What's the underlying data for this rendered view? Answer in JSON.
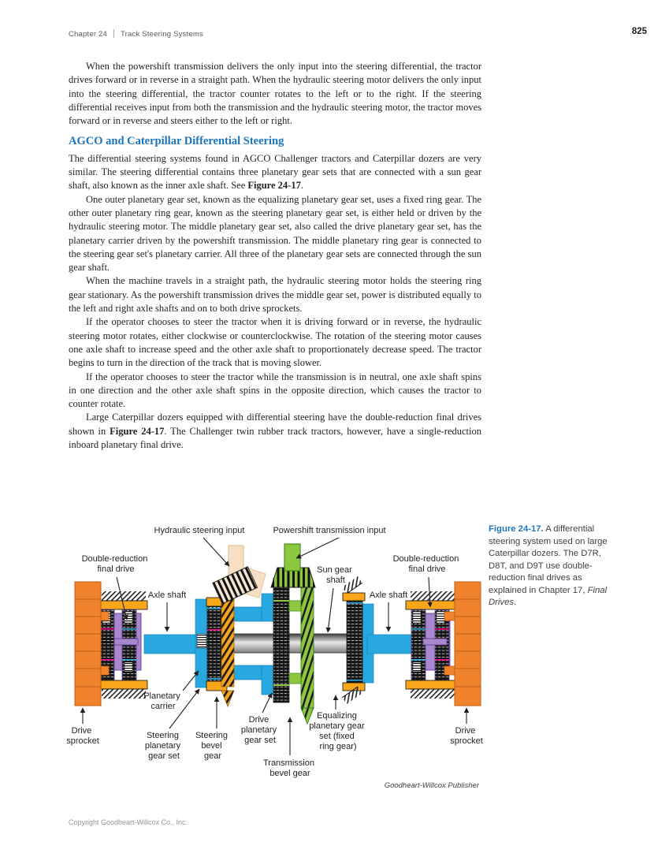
{
  "page": {
    "header": {
      "chapter": "Chapter 24",
      "section": "Track Steering Systems",
      "page_number": "825"
    },
    "footer": {
      "copyright": "Copyright Goodheart-Willcox Co., Inc."
    }
  },
  "article": {
    "paragraph_1": "When the powershift transmission delivers the only input into the steering differential, the tractor drives forward or in reverse in a straight path. When the hydraulic steering motor delivers the only input into the steering differential, the tractor counter rotates to the left or to the right. If the steering differential receives input from both the transmission and the hydraulic steering motor, the tractor moves forward or in reverse and steers either to the left or right.",
    "heading": "AGCO and Caterpillar Differential Steering",
    "paragraph_2": {
      "before": "The differential steering systems found in AGCO Challenger tractors and Caterpillar dozers are very similar. The steering differential contains three planetary gear sets that are connected with a sun gear shaft, also known as the inner axle shaft. See ",
      "figure_ref": "Figure 24-17",
      "after": "."
    },
    "paragraph_3": "One outer planetary gear set, known as the equalizing planetary gear set, uses a fixed ring gear. The other outer planetary ring gear, known as the steering planetary gear set, is either held or driven by the hydraulic steering motor. The middle planetary gear set, also called the drive planetary gear set, has the planetary carrier driven by the powershift transmission. The middle planetary ring gear is connected to the steering gear set's planetary carrier. All three of the planetary gear sets are connected through the sun gear shaft.",
    "paragraph_4": "When the machine travels in a straight path, the hydraulic steering motor holds the steering ring gear stationary. As the powershift transmission drives the middle gear set, power is distributed equally to the left and right axle shafts and on to both drive sprockets.",
    "paragraph_5": "If the operator chooses to steer the tractor when it is driving forward or in reverse, the hydraulic steering motor rotates, either clockwise or counterclockwise. The rotation of the steering motor causes one axle shaft to increase speed and the other axle shaft to proportionately decrease speed. The tractor begins to turn in the direction of the track that is moving slower.",
    "paragraph_6": "If the operator chooses to steer the tractor while the transmission is in neutral, one axle shaft spins in one direction and the other axle shaft spins in the opposite direction, which causes the tractor to counter rotate.",
    "paragraph_7": {
      "before": "Large Caterpillar dozers equipped with differential steering have the double-reduction final drives shown in ",
      "figure_ref": "Figure 24-17",
      "after": ". The Challenger twin rubber track tractors, however, have a single-reduction inboard planetary final drive."
    }
  },
  "figure": {
    "caption": {
      "label": "Figure 24-17.",
      "text": " A differential steering system used on large Caterpillar dozers. The D7R, D8T, and D9T use double-reduction final drives as explained in Chapter 17, ",
      "italic": "Final Drives",
      "end": "."
    },
    "credit": "Goodheart-Willcox Publisher",
    "labels": {
      "hydraulic_input": "Hydraulic steering input",
      "powershift_input": "Powershift transmission input",
      "double_reduction_left": [
        "Double-reduction",
        "final drive"
      ],
      "double_reduction_right": [
        "Double-reduction",
        "final drive"
      ],
      "sun_gear_shaft": [
        "Sun gear",
        "shaft"
      ],
      "axle_shaft_left": "Axle shaft",
      "axle_shaft_right": "Axle shaft",
      "planetary_carrier": [
        "Planetary",
        "carrier"
      ],
      "drive_sprocket_left": [
        "Drive",
        "sprocket"
      ],
      "drive_sprocket_right": [
        "Drive",
        "sprocket"
      ],
      "steering_planetary": [
        "Steering",
        "planetary",
        "gear set"
      ],
      "steering_bevel": [
        "Steering",
        "bevel",
        "gear"
      ],
      "drive_planetary": [
        "Drive",
        "planetary",
        "gear set"
      ],
      "transmission_bevel": [
        "Transmission",
        "bevel gear"
      ],
      "equalizing_planetary": [
        "Equalizing",
        "planetary gear",
        "set (fixed",
        "ring gear)"
      ]
    },
    "colors": {
      "heading_blue": "#1B75BC",
      "sprocket_orange": "#F0832C",
      "cap_yellow": "#FAA61A",
      "axle_blue": "#29A8E0",
      "carrier_purple": "#A888CC",
      "input_green": "#8DC63F",
      "input_beige": "#F8DFC4",
      "gear_stripe_orange": "#F7A41D",
      "accent_magenta": "#EC008C"
    }
  }
}
